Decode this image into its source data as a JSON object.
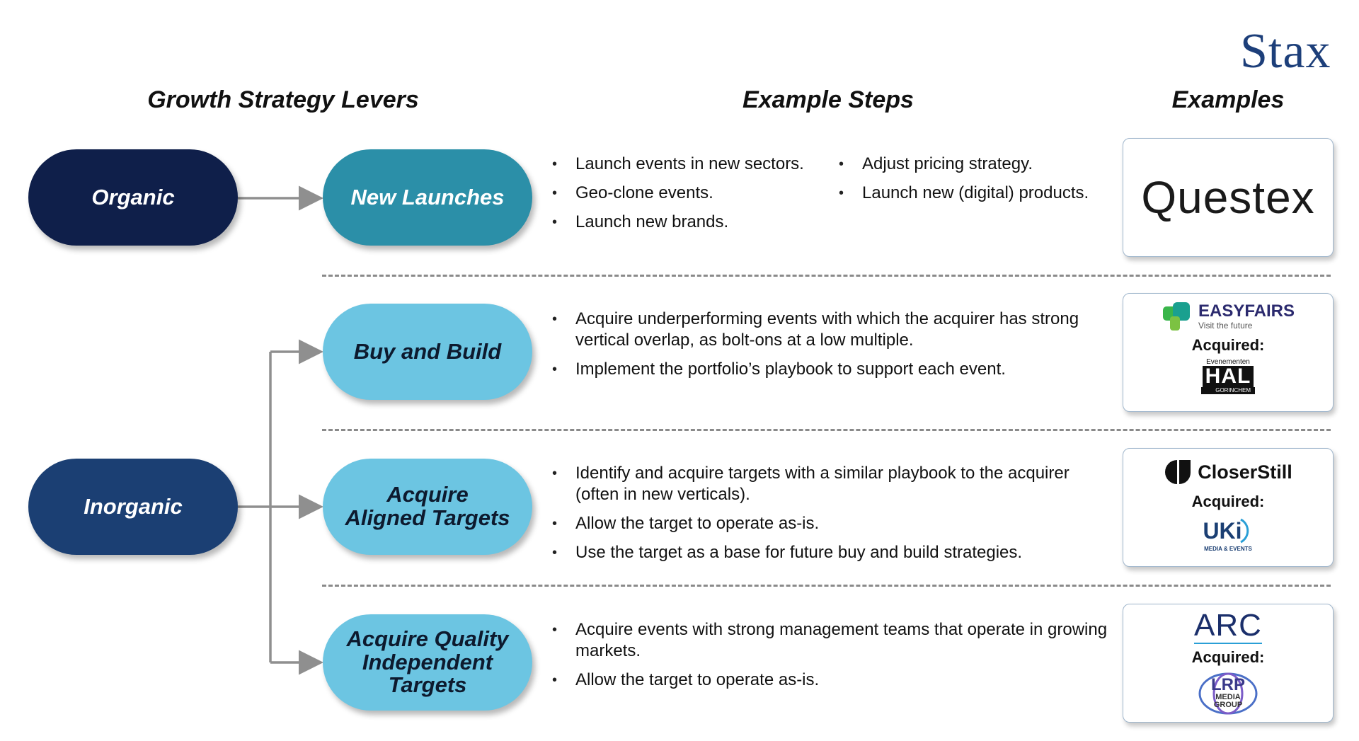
{
  "brand": "Stax",
  "headers": {
    "levers": "Growth Strategy Levers",
    "steps": "Example Steps",
    "examples": "Examples"
  },
  "categories": {
    "organic": "Organic",
    "inorganic": "Inorganic"
  },
  "levers": [
    {
      "label": "New Launches"
    },
    {
      "label": "Buy and Build"
    },
    {
      "label": "Acquire\nAligned Targets"
    },
    {
      "label": "Acquire Quality\nIndependent\nTargets"
    }
  ],
  "steps": {
    "new_launches_col1": [
      "Launch events in new sectors.",
      "Geo-clone events.",
      "Launch new brands."
    ],
    "new_launches_col2": [
      "Adjust pricing strategy.",
      "Launch new (digital) products."
    ],
    "buy_and_build": [
      "Acquire underperforming events with which the acquirer has strong vertical overlap, as bolt-ons at a low multiple.",
      "Implement the portfolio’s playbook to support each event."
    ],
    "aligned": [
      "Identify and acquire targets with a similar playbook to the acquirer (often in new verticals).",
      "Allow the target to operate as-is.",
      "Use the target as a base for future buy and build strategies."
    ],
    "independent": [
      "Acquire events with strong management teams that operate in growing markets.",
      "Allow the target to operate as-is."
    ]
  },
  "examples": {
    "acquired_label": "Acquired:",
    "questex": "Questex",
    "easyfairs": "EASYFAIRS",
    "easyfairs_tagline": "Visit the future",
    "hal_top": "Evenementen",
    "hal": "HAL",
    "hal_bottom": "GORINCHEM",
    "closerstill": "CloserStill",
    "uki": "UKi",
    "uki_sub": "MEDIA & EVENTS",
    "arc": "ARC",
    "lrp": "LRP",
    "lrp_sub1": "MEDIA",
    "lrp_sub2": "GROUP"
  },
  "colors": {
    "organic": "#0f1f4a",
    "inorganic": "#1b3f73",
    "new_launches": "#2b8fa8",
    "inorganic_levers": "#6cc5e2",
    "stax": "#1d3f7a",
    "connector": "#8f8f8f"
  }
}
